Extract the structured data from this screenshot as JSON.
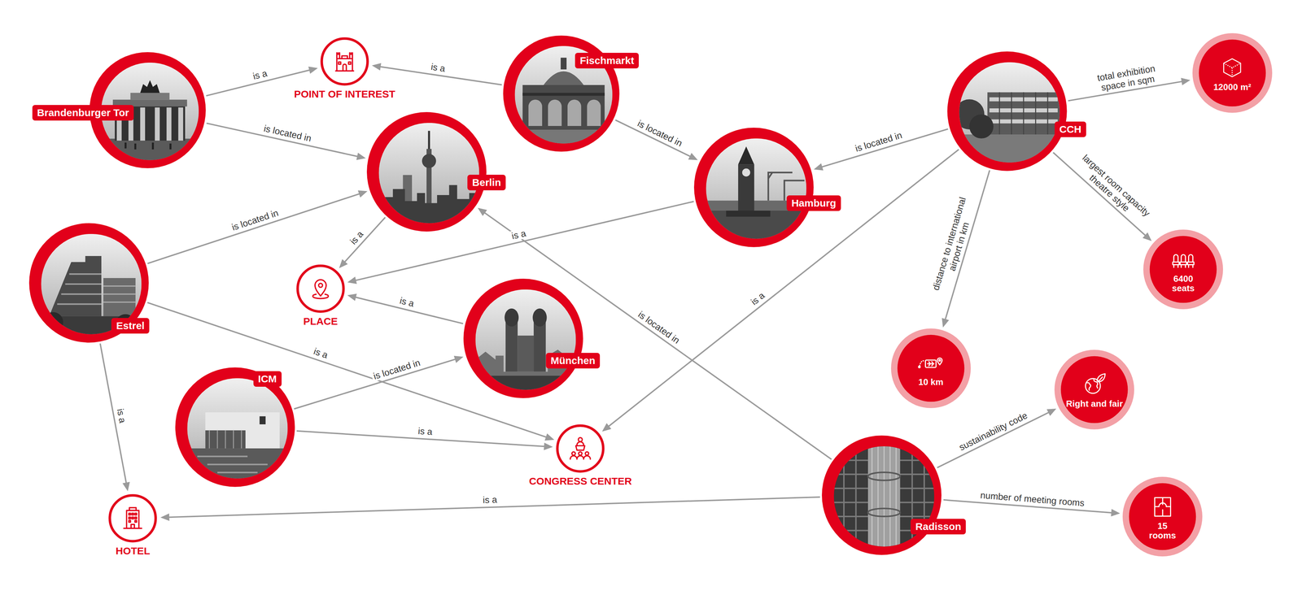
{
  "diagram": {
    "nodes": [
      {
        "text": [
          "Brandenburger Tor"
        ]
      },
      {
        "text": [
          "POINT OF INTEREST"
        ]
      },
      {
        "text": [
          "Fischmarkt"
        ]
      },
      {
        "text": [
          "CCH"
        ]
      },
      {
        "text": [
          "12000 m²"
        ]
      },
      {
        "text": [
          "Berlin"
        ]
      },
      {
        "text": [
          "Hamburg"
        ]
      },
      {
        "text": [
          "6400 seats"
        ]
      },
      {
        "text": [
          "Estrel"
        ]
      },
      {
        "text": [
          "PLACE"
        ]
      },
      {
        "text": [
          "München"
        ]
      },
      {
        "text": [
          "10 km"
        ]
      },
      {
        "text": [
          "Right and fair"
        ]
      },
      {
        "text": [
          "ICM"
        ]
      },
      {
        "text": [
          "CONGRESS CENTER"
        ]
      },
      {
        "text": [
          "HOTEL"
        ]
      },
      {
        "text": [
          "Radisson"
        ]
      },
      {
        "text": [
          "15 rooms"
        ]
      }
    ],
    "edges": [
      {
        "from": 0,
        "to": 1,
        "label": "is a",
        "arrow": "to"
      },
      {
        "from": 2,
        "to": 1,
        "label": "is a",
        "arrow": "to"
      },
      {
        "from": 0,
        "to": 5,
        "label": "is located in",
        "arrow": "to"
      },
      {
        "from": 2,
        "to": 6,
        "label": "is located in",
        "arrow": "to"
      },
      {
        "from": 3,
        "to": 6,
        "label": "is located in",
        "arrow": "to"
      },
      {
        "from": 3,
        "to": 4,
        "label": "total exhibition space in sqm",
        "arrow": "to"
      },
      {
        "from": 3,
        "to": 7,
        "label": "largest room capacity theatre style",
        "arrow": "to"
      },
      {
        "from": 3,
        "to": 11,
        "label": "distance to international airport in km",
        "arrow": "to"
      },
      {
        "from": 3,
        "to": 14,
        "label": "is a",
        "arrow": "to"
      },
      {
        "from": 8,
        "to": 5,
        "label": "is located in",
        "arrow": "to"
      },
      {
        "from": 5,
        "to": 9,
        "label": "is a",
        "arrow": "to"
      },
      {
        "from": 6,
        "to": 9,
        "label": "is a",
        "arrow": "to"
      },
      {
        "from": 10,
        "to": 9,
        "label": "is a",
        "arrow": "to"
      },
      {
        "from": 16,
        "to": 5,
        "label": "is located in",
        "arrow": "to"
      },
      {
        "from": 8,
        "to": 14,
        "label": "is a",
        "arrow": "to"
      },
      {
        "from": 8,
        "to": 15,
        "label": "is a",
        "arrow": "to"
      },
      {
        "from": 13,
        "to": 10,
        "label": "is located in",
        "arrow": "to"
      },
      {
        "from": 13,
        "to": 14,
        "label": "is a",
        "arrow": "to"
      },
      {
        "from": 16,
        "to": 12,
        "label": "sustainability code",
        "arrow": "to"
      },
      {
        "from": 16,
        "to": 15,
        "label": "is a",
        "arrow": "to"
      },
      {
        "from": 16,
        "to": 17,
        "label": "number of meeting rooms",
        "arrow": "to"
      }
    ]
  }
}
